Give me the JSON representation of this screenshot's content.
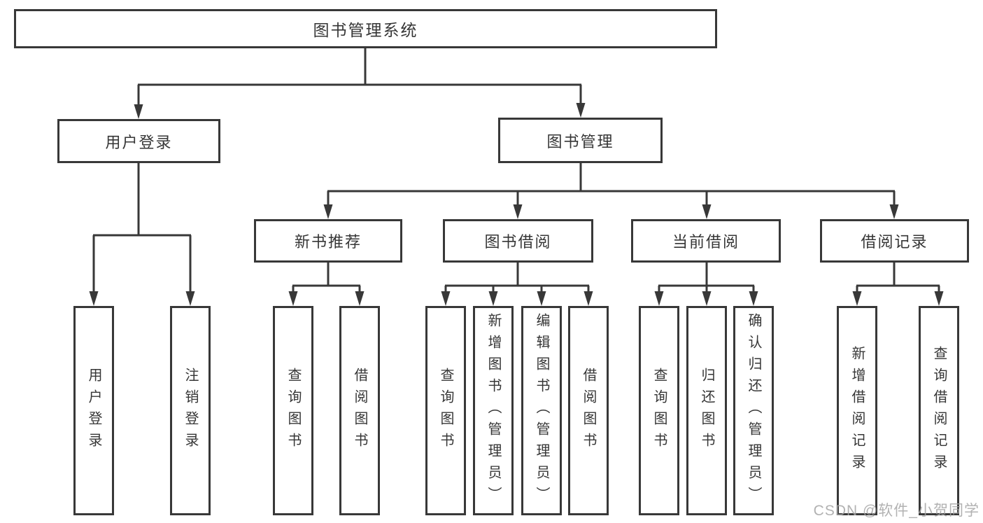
{
  "tree": {
    "root": "图书管理系统",
    "children": [
      {
        "label": "用户登录",
        "children": [
          "用户登录",
          "注销登录"
        ]
      },
      {
        "label": "图书管理",
        "children": [
          {
            "label": "新书推荐",
            "children": [
              "查询图书",
              "借阅图书"
            ]
          },
          {
            "label": "图书借阅",
            "children": [
              "查询图书",
              "新增图书（管理员）",
              "编辑图书（管理员）",
              "借阅图书"
            ]
          },
          {
            "label": "当前借阅",
            "children": [
              "查询图书",
              "归还图书",
              "确认归还（管理员）"
            ]
          },
          {
            "label": "借阅记录",
            "children": [
              "新增借阅记录",
              "查询借阅记录"
            ]
          }
        ]
      }
    ]
  },
  "watermark": {
    "text": "CSDN @软件_小贺同学"
  },
  "colors": {
    "line": "#383838",
    "box_border": "#383838",
    "box_background": "#ffffff",
    "text": "#363636",
    "watermark": "#a5a5a5"
  }
}
